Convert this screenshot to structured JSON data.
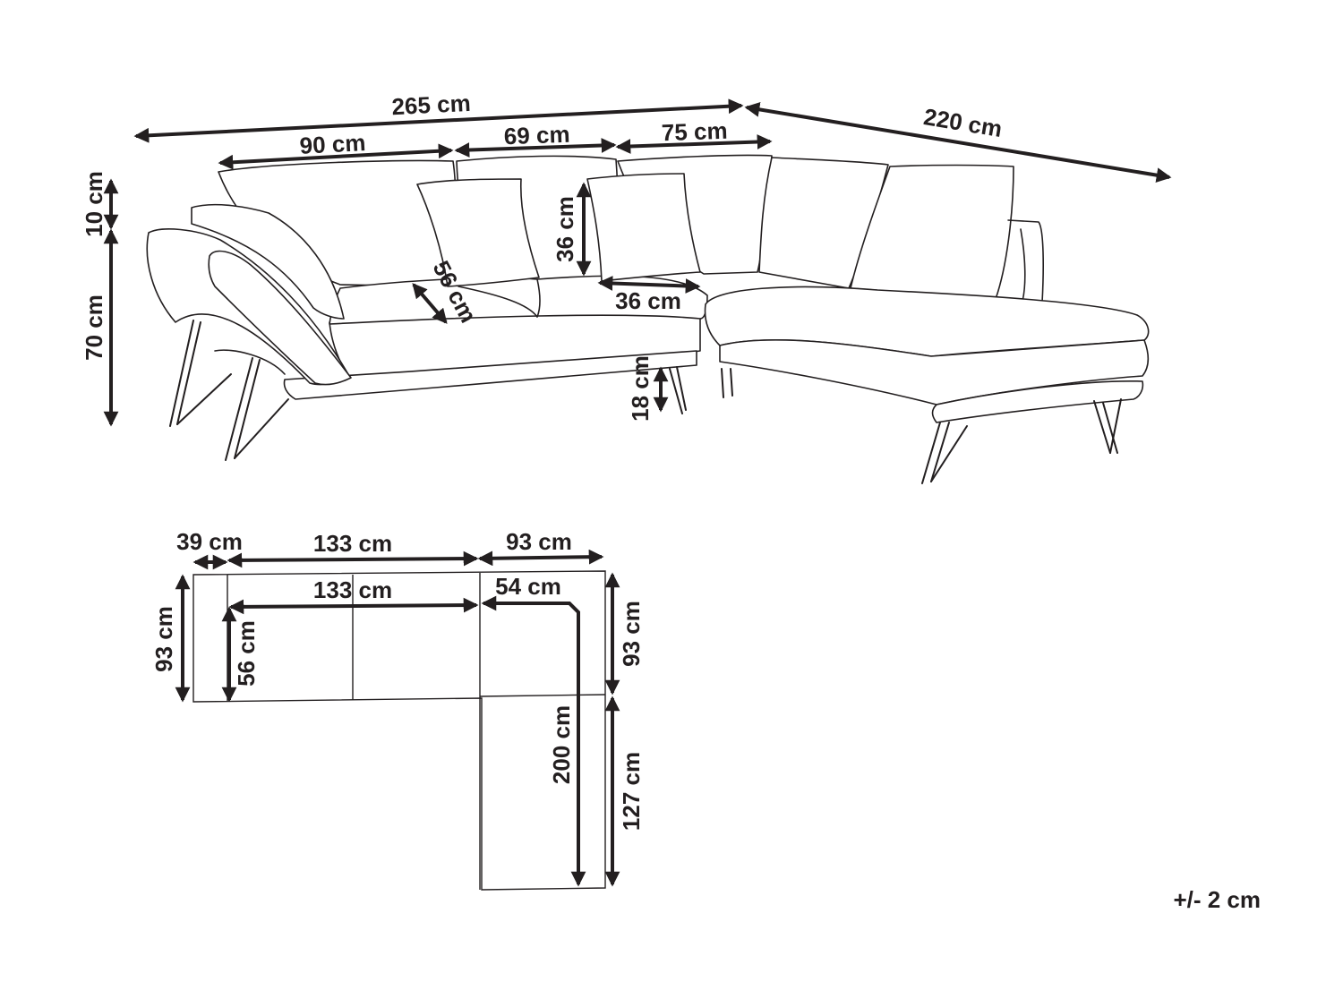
{
  "colors": {
    "ink": "#231f20",
    "background": "#ffffff"
  },
  "perspective": {
    "total_width": "265 cm",
    "corner_depth": "220 cm",
    "seat_90": "90 cm",
    "seat_69": "69 cm",
    "seat_75": "75 cm",
    "back_cushion_height": "10 cm",
    "total_height": "70 cm",
    "pillow_height": "36 cm",
    "pillow_width": "36 cm",
    "seat_depth": "56 cm",
    "leg_height": "18 cm"
  },
  "plan": {
    "armrest": "39 cm",
    "main_width": "133 cm",
    "seat_width": "133 cm",
    "chaise_width": "93 cm",
    "chaise_seat": "54 cm",
    "main_depth": "93 cm",
    "seat_depth": "56 cm",
    "corner_depth": "93 cm",
    "chaise_length": "200 cm",
    "chaise_extension": "127 cm"
  },
  "tolerance": "+/- 2 cm"
}
